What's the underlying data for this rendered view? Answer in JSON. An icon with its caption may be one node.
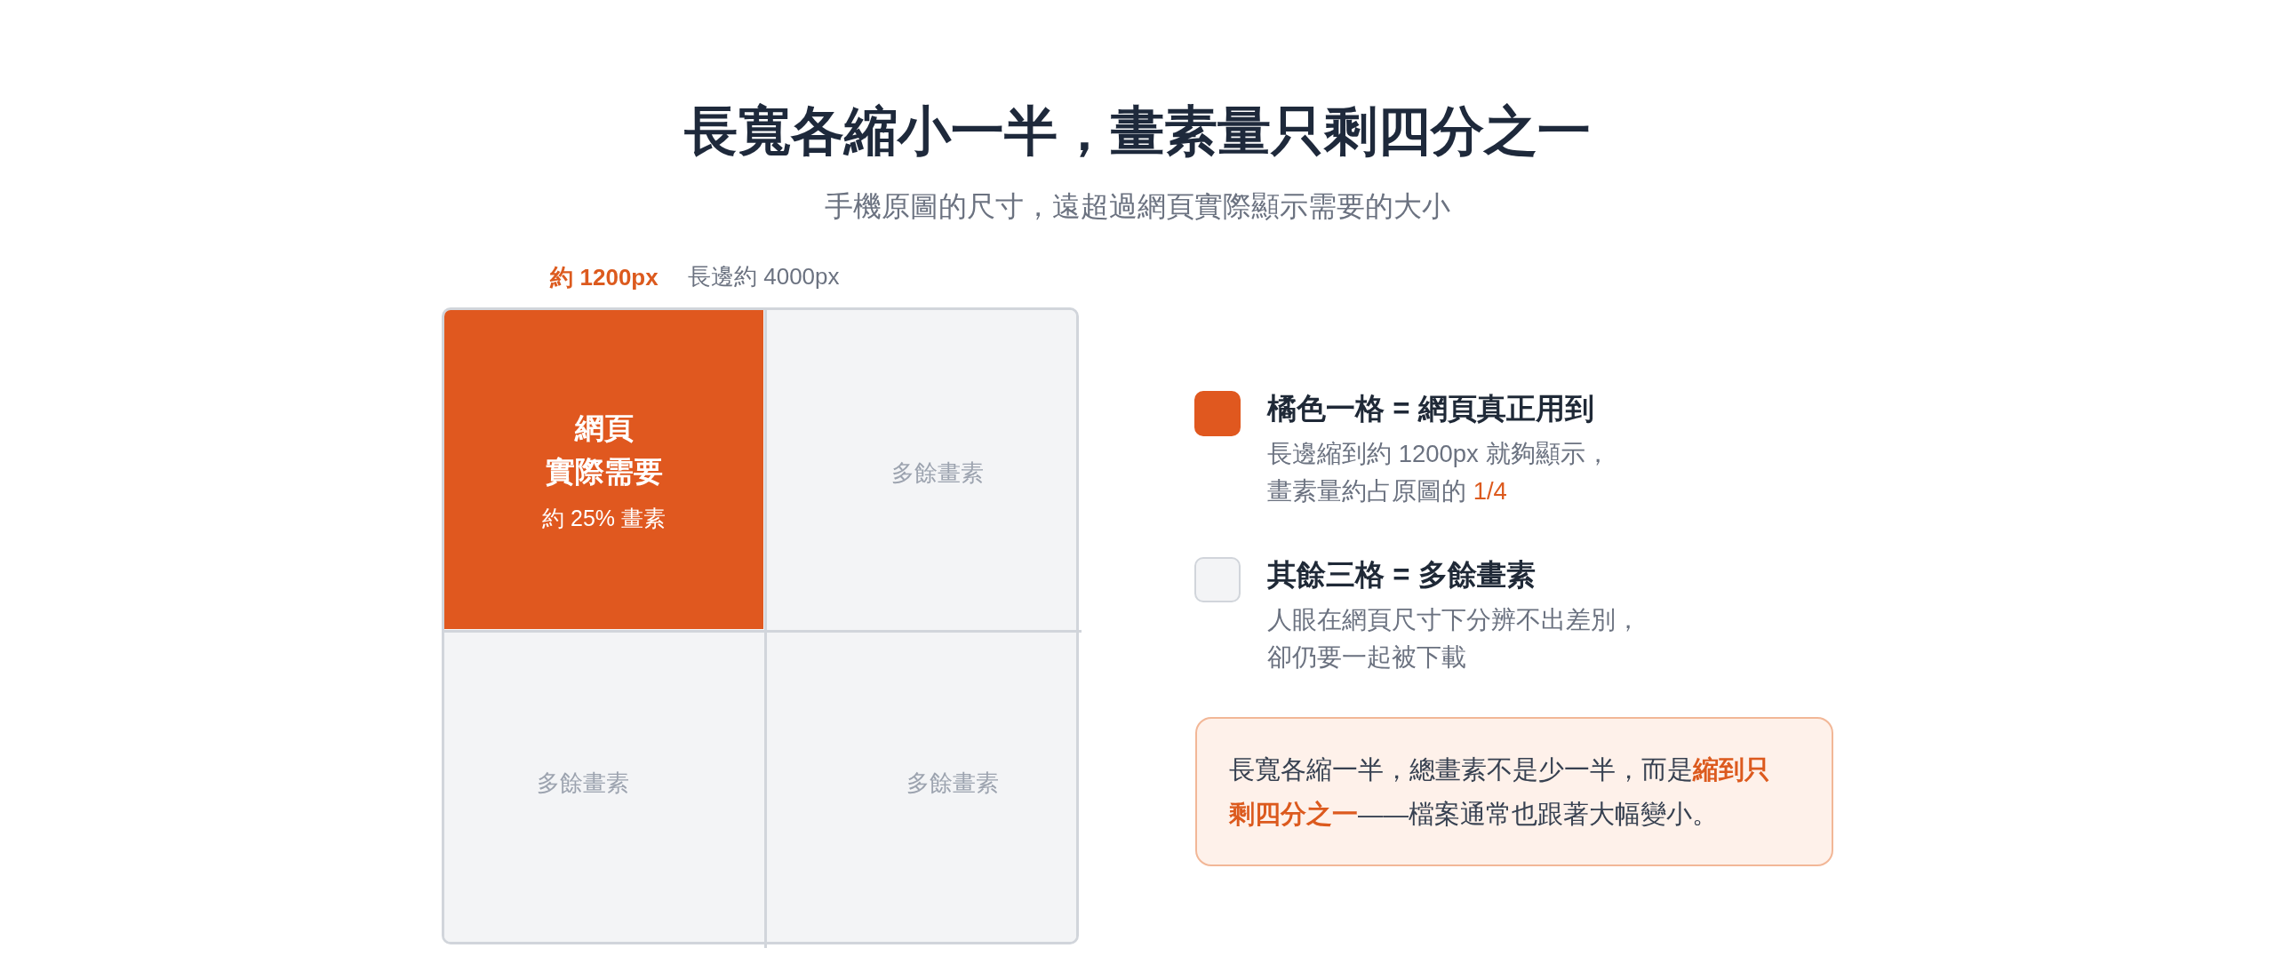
{
  "diagram": {
    "title": "長寬各縮小一半，畫素量只剩四分之一",
    "nodes": [
      {
        "text": [],
        "shape": "box"
      },
      {
        "text": [
          "網頁",
          "實際需要",
          "約 25% 畫素"
        ],
        "in": 0
      },
      {
        "text": [
          "多餘畫素"
        ],
        "in": 0
      },
      {
        "text": [
          "多餘畫素"
        ],
        "in": 0
      },
      {
        "text": [
          "多餘畫素"
        ],
        "in": 0
      },
      {
        "text": [
          "長寬各縮一半，總畫素不是少一半，而是**縮到只剩四分之一**——檔案通常也跟著大幅變小。"
        ]
      }
    ],
    "labels": [
      "手機原圖的尺寸，遠超過網頁實際顯示需要的大小",
      "約 1200px",
      "長邊約 4000px",
      "長邊縮到約 1200px 就夠顯示，畫素量約占原圖的 **1/4**",
      "人眼在網頁尺寸下分辨不出差別，卻仍要一起被下載"
    ],
    "legend": [
      {
        "text": "橘色一格 = 網頁真正用到",
        "color": "#e0581f"
      },
      {
        "text": "其餘三格 = 多餘畫素",
        "color": "#f3f4f6"
      }
    ]
  }
}
